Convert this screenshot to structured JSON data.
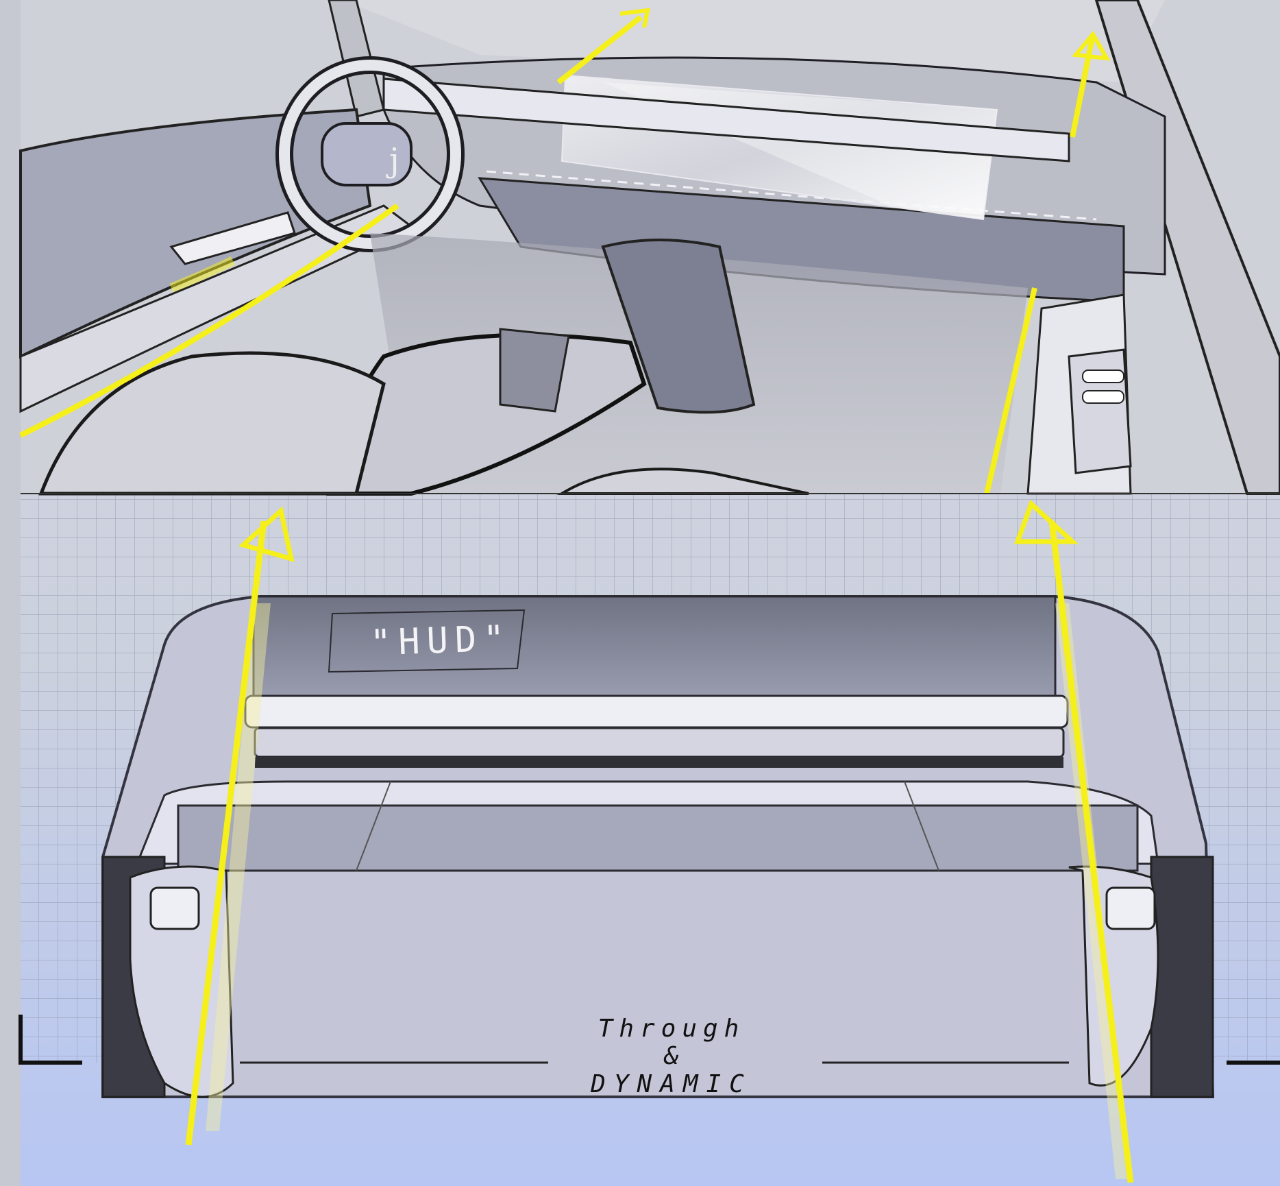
{
  "image": {
    "kind": "car-interior-design-sketch",
    "colors": {
      "accent_yellow": "#f5ef1a",
      "paper": "#d0d3dc",
      "grid_line": "#8e97ad",
      "bottom_tint": "#b9c8f2",
      "ink": "#1a1a1a"
    }
  },
  "labels": {
    "hud": "\"HUD\"",
    "caption_line1": "Through",
    "caption_line2": "&",
    "caption_line3": "DYNAMIC"
  }
}
